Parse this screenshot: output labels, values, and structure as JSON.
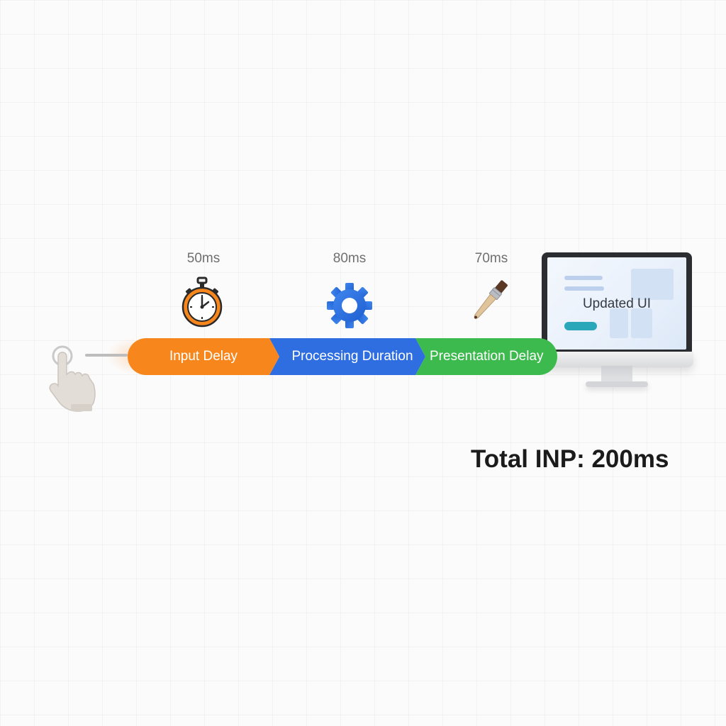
{
  "phases": [
    {
      "label": "Input Delay",
      "duration": "50ms",
      "color": "#f7871d",
      "icon": "stopwatch-icon"
    },
    {
      "label": "Processing Duration",
      "duration": "80ms",
      "color": "#2f6ee0",
      "icon": "gear-icon"
    },
    {
      "label": "Presentation Delay",
      "duration": "70ms",
      "color": "#3dba4e",
      "icon": "paintbrush-icon"
    }
  ],
  "monitor": {
    "screen_label": "Updated UI",
    "icon": "monitor-icon"
  },
  "pointer": {
    "icon": "tap-hand-icon"
  },
  "total": {
    "text": "Total INP: 200ms"
  }
}
